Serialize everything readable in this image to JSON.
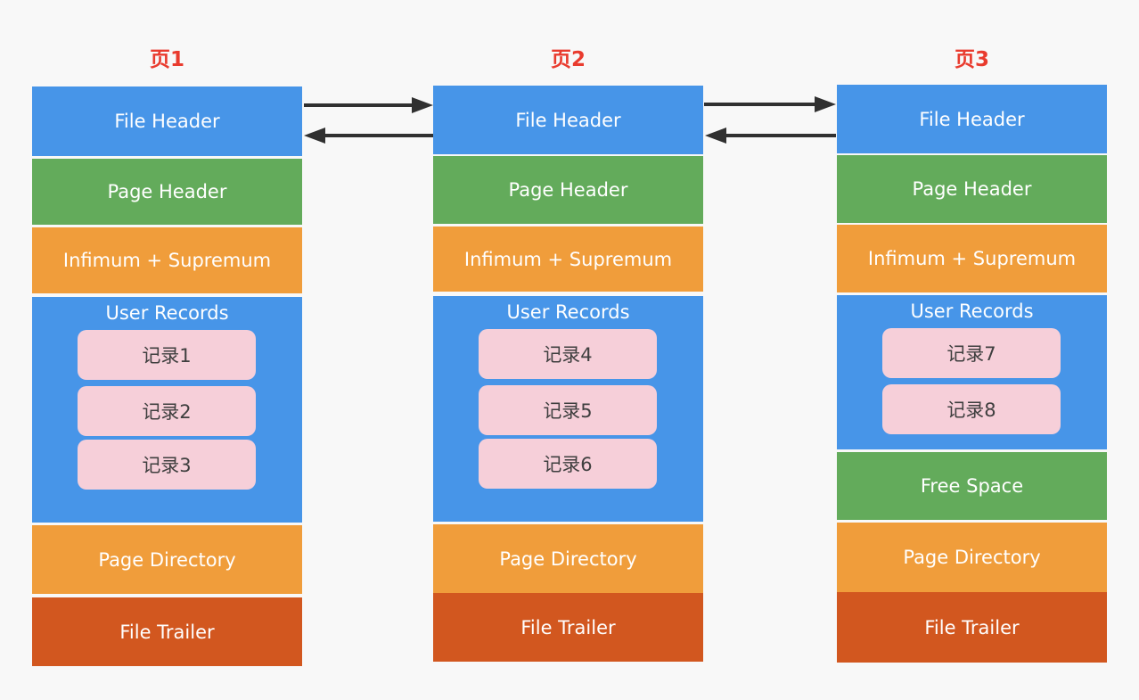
{
  "background": "#F8F8F8",
  "colors": {
    "file_header_blue": "#4795E8",
    "page_header_green": "#63AB5B",
    "infimum_supremum_orange": "#F09D3B",
    "user_records_blue": "#4795E8",
    "free_space_green": "#63AB5B",
    "page_directory_orange": "#F09D3B",
    "file_trailer_rust": "#D2571F",
    "record_pink": "#F6CFD9",
    "record_text": "#3F3F3F",
    "page_title_red": "#E93B2E",
    "arrow_dark": "#303030"
  },
  "pages": [
    {
      "title": "页1",
      "blocks": {
        "file_header": "File Header",
        "page_header": "Page Header",
        "infimum_supremum": "Infimum + Supremum",
        "user_records": "User Records",
        "page_directory": "Page Directory",
        "file_trailer": "File Trailer"
      },
      "records": [
        "记录1",
        "记录2",
        "记录3"
      ]
    },
    {
      "title": "页2",
      "blocks": {
        "file_header": "File Header",
        "page_header": "Page Header",
        "infimum_supremum": "Infimum + Supremum",
        "user_records": "User Records",
        "page_directory": "Page Directory",
        "file_trailer": "File Trailer"
      },
      "records": [
        "记录4",
        "记录5",
        "记录6"
      ]
    },
    {
      "title": "页3",
      "blocks": {
        "file_header": "File Header",
        "page_header": "Page Header",
        "infimum_supremum": "Infimum + Supremum",
        "user_records": "User Records",
        "free_space": "Free Space",
        "page_directory": "Page Directory",
        "file_trailer": "File Trailer"
      },
      "records": [
        "记录7",
        "记录8"
      ]
    }
  ]
}
